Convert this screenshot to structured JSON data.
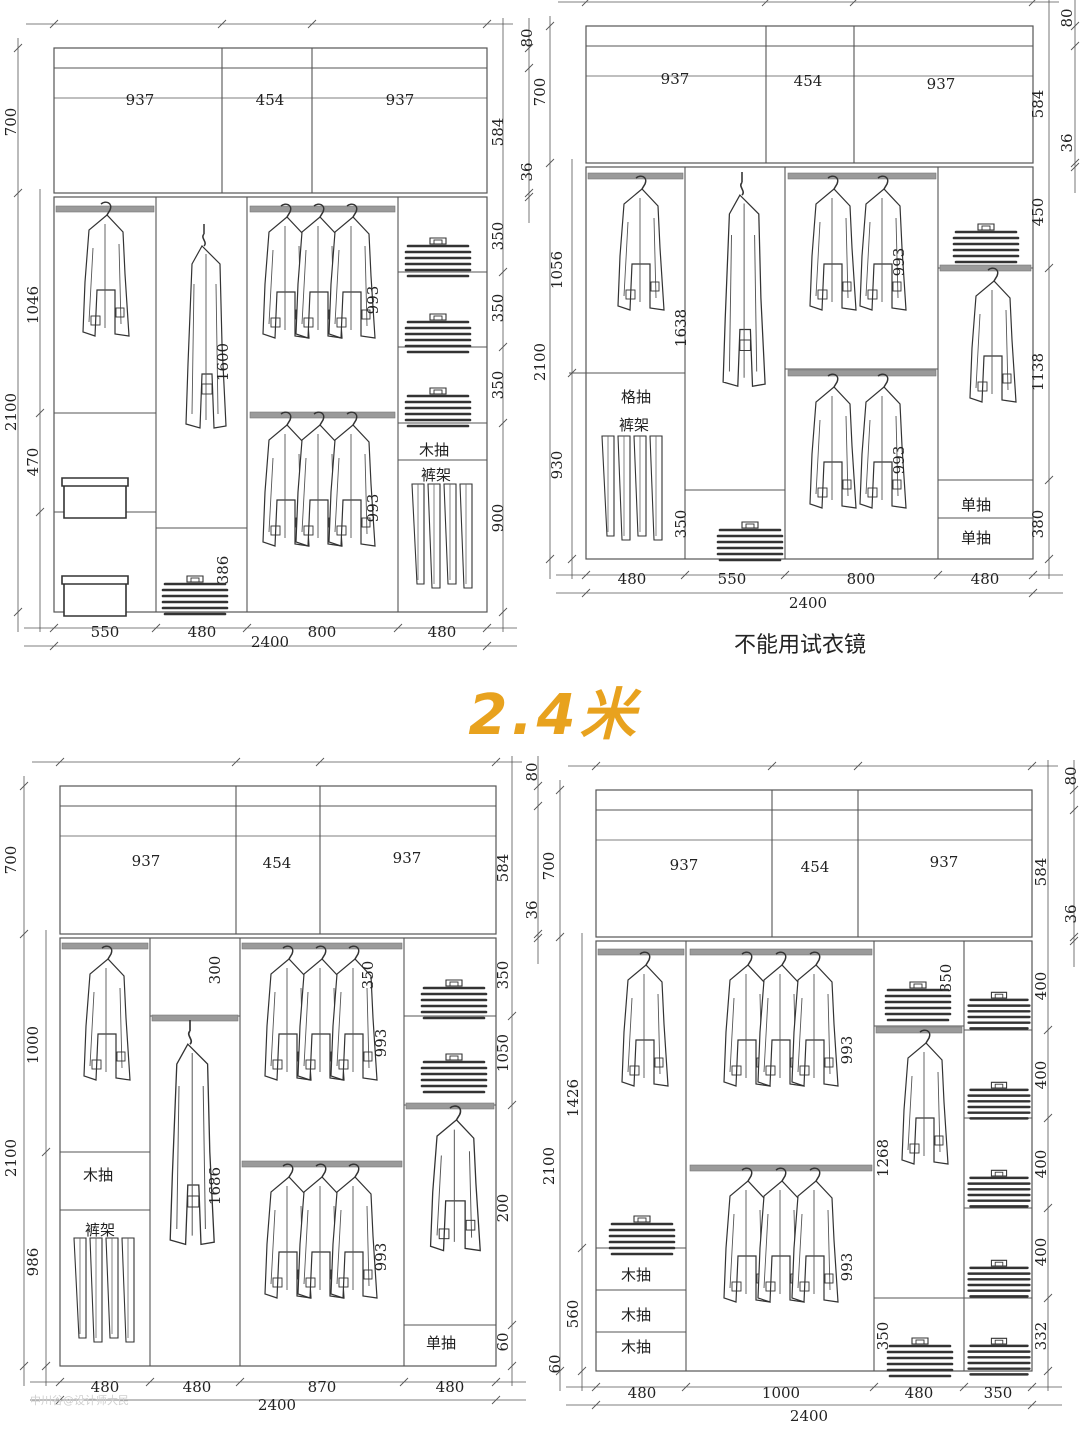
{
  "title": "2.4米",
  "caption_tr": "不能用试衣镜",
  "watermark": "中川谷@设计师大民",
  "colors": {
    "title": "#e8a21e",
    "line": "#555555",
    "rod": "#9a9a9a"
  },
  "panels": {
    "tl": {
      "total_w": "2400",
      "top_h": "700",
      "body_h": "2100",
      "top_band": "80",
      "shelf": "36",
      "top_cab": "584",
      "top_widths": [
        "937",
        "454",
        "937"
      ],
      "bottom_widths": [
        "550",
        "480",
        "800",
        "480"
      ],
      "left_dims": [
        "1046",
        "470"
      ],
      "inner_dims": [
        "1600",
        "386",
        "993",
        "993"
      ],
      "right_dims": [
        "350",
        "350",
        "350",
        "900"
      ],
      "labels": [
        "木抽",
        "裤架"
      ]
    },
    "tr": {
      "total_w": "2400",
      "top_h": "700",
      "body_h": "2100",
      "top_band": "80",
      "shelf": "36",
      "top_cab": "584",
      "top_widths": [
        "937",
        "454",
        "937"
      ],
      "bottom_widths": [
        "480",
        "550",
        "800",
        "480"
      ],
      "left_dims": [
        "1056",
        "930"
      ],
      "inner_dims": [
        "1638",
        "350",
        "993",
        "993"
      ],
      "right_dims": [
        "450",
        "1138",
        "380"
      ],
      "labels": [
        "格抽",
        "裤架",
        "单抽",
        "单抽"
      ]
    },
    "bl": {
      "total_w": "2400",
      "top_h": "700",
      "body_h": "2100",
      "top_band": "80",
      "shelf": "36",
      "top_cab": "584",
      "top_widths": [
        "937",
        "454",
        "937"
      ],
      "bottom_widths": [
        "480",
        "480",
        "870",
        "480"
      ],
      "left_dims": [
        "1000",
        "986"
      ],
      "inner_dims": [
        "300",
        "1686",
        "350",
        "993",
        "993"
      ],
      "right_dims": [
        "350",
        "1050",
        "200",
        "60"
      ],
      "labels": [
        "木抽",
        "裤架",
        "单抽"
      ]
    },
    "br": {
      "total_w": "2400",
      "top_h": "700",
      "body_h": "2100",
      "top_band": "80",
      "shelf": "36",
      "top_cab": "584",
      "top_widths": [
        "937",
        "454",
        "937"
      ],
      "bottom_widths": [
        "480",
        "1000",
        "480",
        "350"
      ],
      "left_dims": [
        "1426",
        "560",
        "60"
      ],
      "inner_dims": [
        "993",
        "993",
        "350",
        "1268",
        "350"
      ],
      "right_dims": [
        "400",
        "400",
        "400",
        "400",
        "332"
      ],
      "labels": [
        "木抽",
        "木抽",
        "木抽"
      ]
    }
  }
}
